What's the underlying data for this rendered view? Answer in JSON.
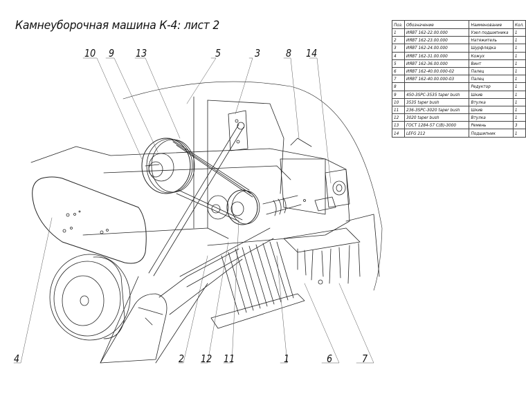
{
  "title": "Камнеуборочная машина К-4: лист 2",
  "spec_table": {
    "headers": [
      "Поз.",
      "Обозначение",
      "Наименование",
      "Кол."
    ],
    "rows": [
      [
        "1",
        "ИЯВТ 162-22.00.000",
        "Узел подшипника",
        "1"
      ],
      [
        "2",
        "ИЯВТ 162-23.00.000",
        "Натяжитель",
        "1"
      ],
      [
        "3",
        "ИЯВТ 162-24.00.000",
        "Шурфлядка",
        "1"
      ],
      [
        "4",
        "ИЯВТ 162-31.00.000",
        "Кожух",
        "1"
      ],
      [
        "5",
        "ИЯВТ 162-36.00.000",
        "Винт",
        "1"
      ],
      [
        "6",
        "ИЯВТ 162-40.00.000-02",
        "Палец",
        "1"
      ],
      [
        "7",
        "ИЯВТ 162-40.00.000-03",
        "Палец",
        "1"
      ],
      [
        "8",
        "",
        "Редуктор",
        "1"
      ],
      [
        "9",
        "450-3SPC-3535 taper bush",
        "Шкив",
        "1"
      ],
      [
        "10",
        "3535 taper bush",
        "Втулка",
        "1"
      ],
      [
        "11",
        "236-3SPC-3020 taper bush",
        "Шкив",
        "1"
      ],
      [
        "12",
        "3020 taper bush",
        "Втулка",
        "1"
      ],
      [
        "13",
        "ГОСТ 1284-57 С(В)-3000",
        "Ремень",
        "3"
      ],
      [
        "14",
        "LEFG 212",
        "Подшипник",
        "1"
      ]
    ]
  },
  "callouts": {
    "top": [
      "10",
      "9",
      "13",
      "5",
      "3",
      "8",
      "14"
    ],
    "bottom": [
      "4",
      "2",
      "12",
      "11",
      "1",
      "6",
      "7"
    ]
  },
  "colors": {
    "line": "#222222",
    "leader": "#555555",
    "paper": "#ffffff"
  }
}
